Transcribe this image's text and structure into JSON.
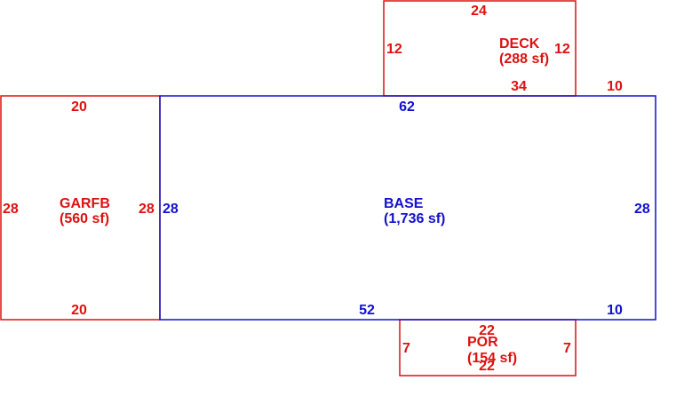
{
  "colors": {
    "base": "#1111cc",
    "addition": "#dd1111",
    "background": "#ffffff"
  },
  "areas": {
    "garage": {
      "code": "GARFB",
      "area": "(560 sf)",
      "top": "20",
      "bottom": "20",
      "left": "28",
      "right": "28"
    },
    "base": {
      "code": "BASE",
      "area": "(1,736 sf)",
      "top": "62",
      "bottom_left": "52",
      "bottom_right": "10",
      "left": "28",
      "right": "28"
    },
    "deck": {
      "code": "DECK",
      "area": "(288 sf)",
      "top": "24",
      "bottom": "34",
      "left": "12",
      "right": "12",
      "offset_right": "10"
    },
    "porch": {
      "code": "POR",
      "area": "(154 sf)",
      "top": "22",
      "bottom": "22",
      "left": "7",
      "right": "7"
    }
  }
}
